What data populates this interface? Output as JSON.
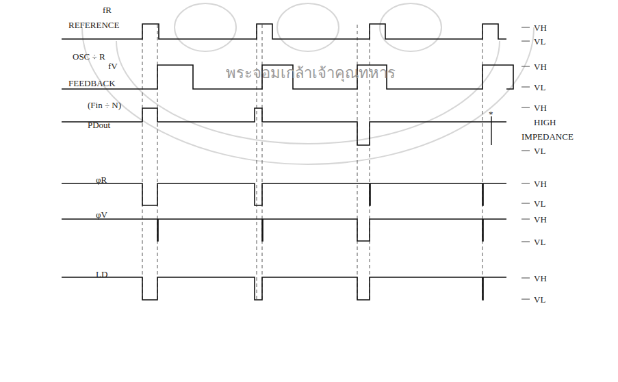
{
  "diagram": {
    "labels": [
      "fR",
      "REFERENCE",
      "OSC ÷ R",
      "fV",
      "FEEDBACK",
      "(Fin ÷ N)",
      "PDout",
      "φR",
      "φV",
      "LD",
      "VH",
      "VL",
      "VH",
      "VL",
      "VH",
      "HIGH",
      "IMPEDANCE",
      "VL",
      "VH",
      "VL",
      "VH",
      "VL",
      "VH",
      "VL",
      "*",
      "พระจอมเกล้าเจ้าคุณทหาร"
    ]
  }
}
